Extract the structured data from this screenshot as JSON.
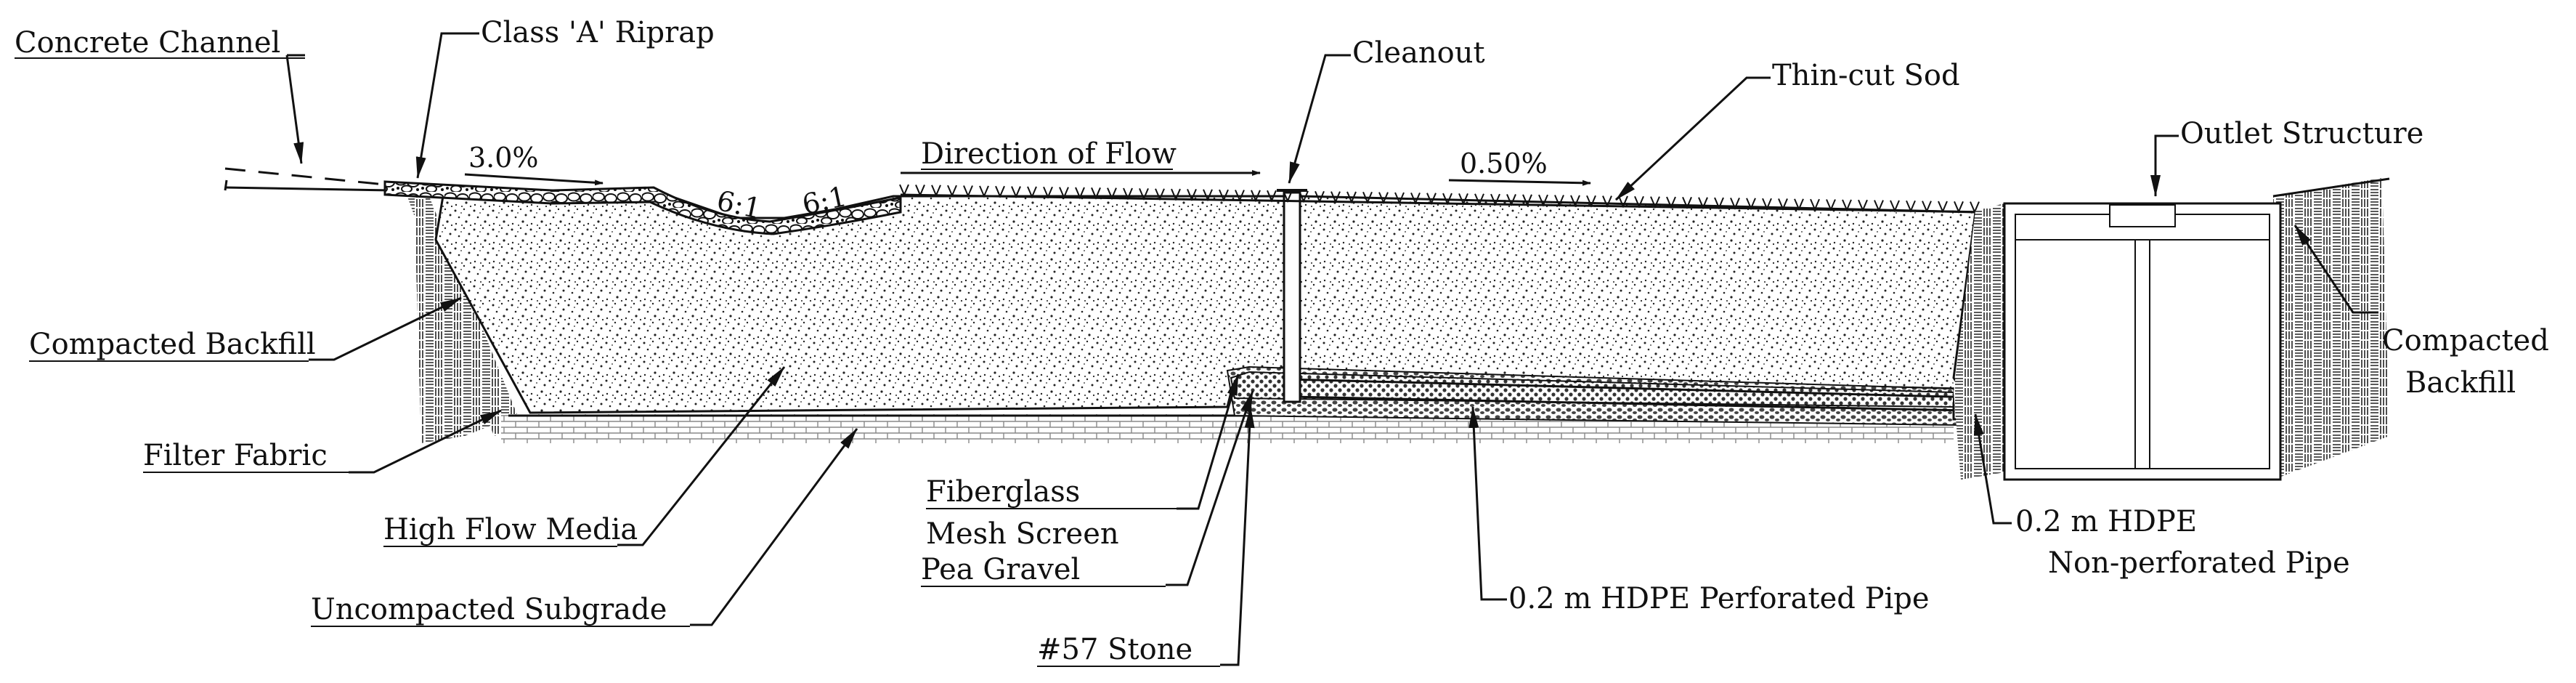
{
  "labels": {
    "concrete_channel": "Concrete Channel",
    "class_a_riprap": "Class 'A' Riprap",
    "cleanout": "Cleanout",
    "thin_cut_sod": "Thin-cut Sod",
    "outlet_structure": "Outlet Structure",
    "compacted_backfill_left": "Compacted Backfill",
    "compacted_backfill_right_1": "Compacted",
    "compacted_backfill_right_2": "Backfill",
    "filter_fabric": "Filter Fabric",
    "high_flow_media": "High Flow Media",
    "uncompacted_subgrade": "Uncompacted Subgrade",
    "fiberglass_1": "Fiberglass",
    "fiberglass_2": "Mesh Screen",
    "pea_gravel": "Pea Gravel",
    "stone_57": "#57 Stone",
    "perforated_pipe": "0.2 m HDPE Perforated Pipe",
    "nonperf_pipe_1": "0.2 m HDPE",
    "nonperf_pipe_2": "Non-perforated Pipe"
  },
  "annotations": {
    "slope_channel": "3.0%",
    "slope_left": "6:1",
    "slope_right": "6:1",
    "direction_of_flow": "Direction of Flow",
    "slope_surface": "0.50%"
  },
  "colors": {
    "line": "#111111",
    "background": "#ffffff"
  }
}
